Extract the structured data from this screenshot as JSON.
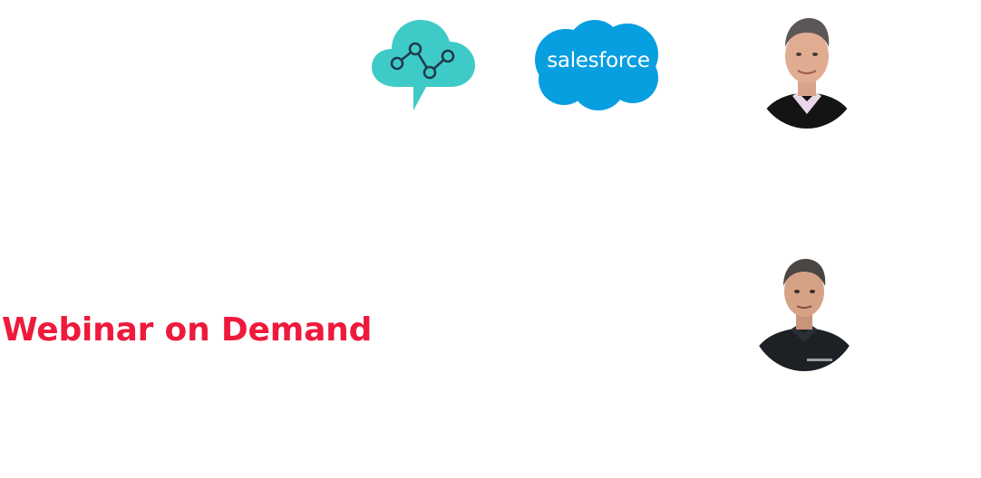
{
  "branding": {
    "analytics_logo_icon": "cloud-analytics-icon",
    "salesforce_logo_text": "salesforce",
    "colors": {
      "analytics_teal": "#3ecbc8",
      "analytics_stroke": "#1f3b4d",
      "salesforce_blue": "#079fe0",
      "title_red": "#ee1a3c"
    }
  },
  "speakers": [
    {
      "avatar_icon": "speaker-avatar-1"
    },
    {
      "avatar_icon": "speaker-avatar-2"
    }
  ],
  "hero": {
    "title": "Webinar on Demand"
  }
}
